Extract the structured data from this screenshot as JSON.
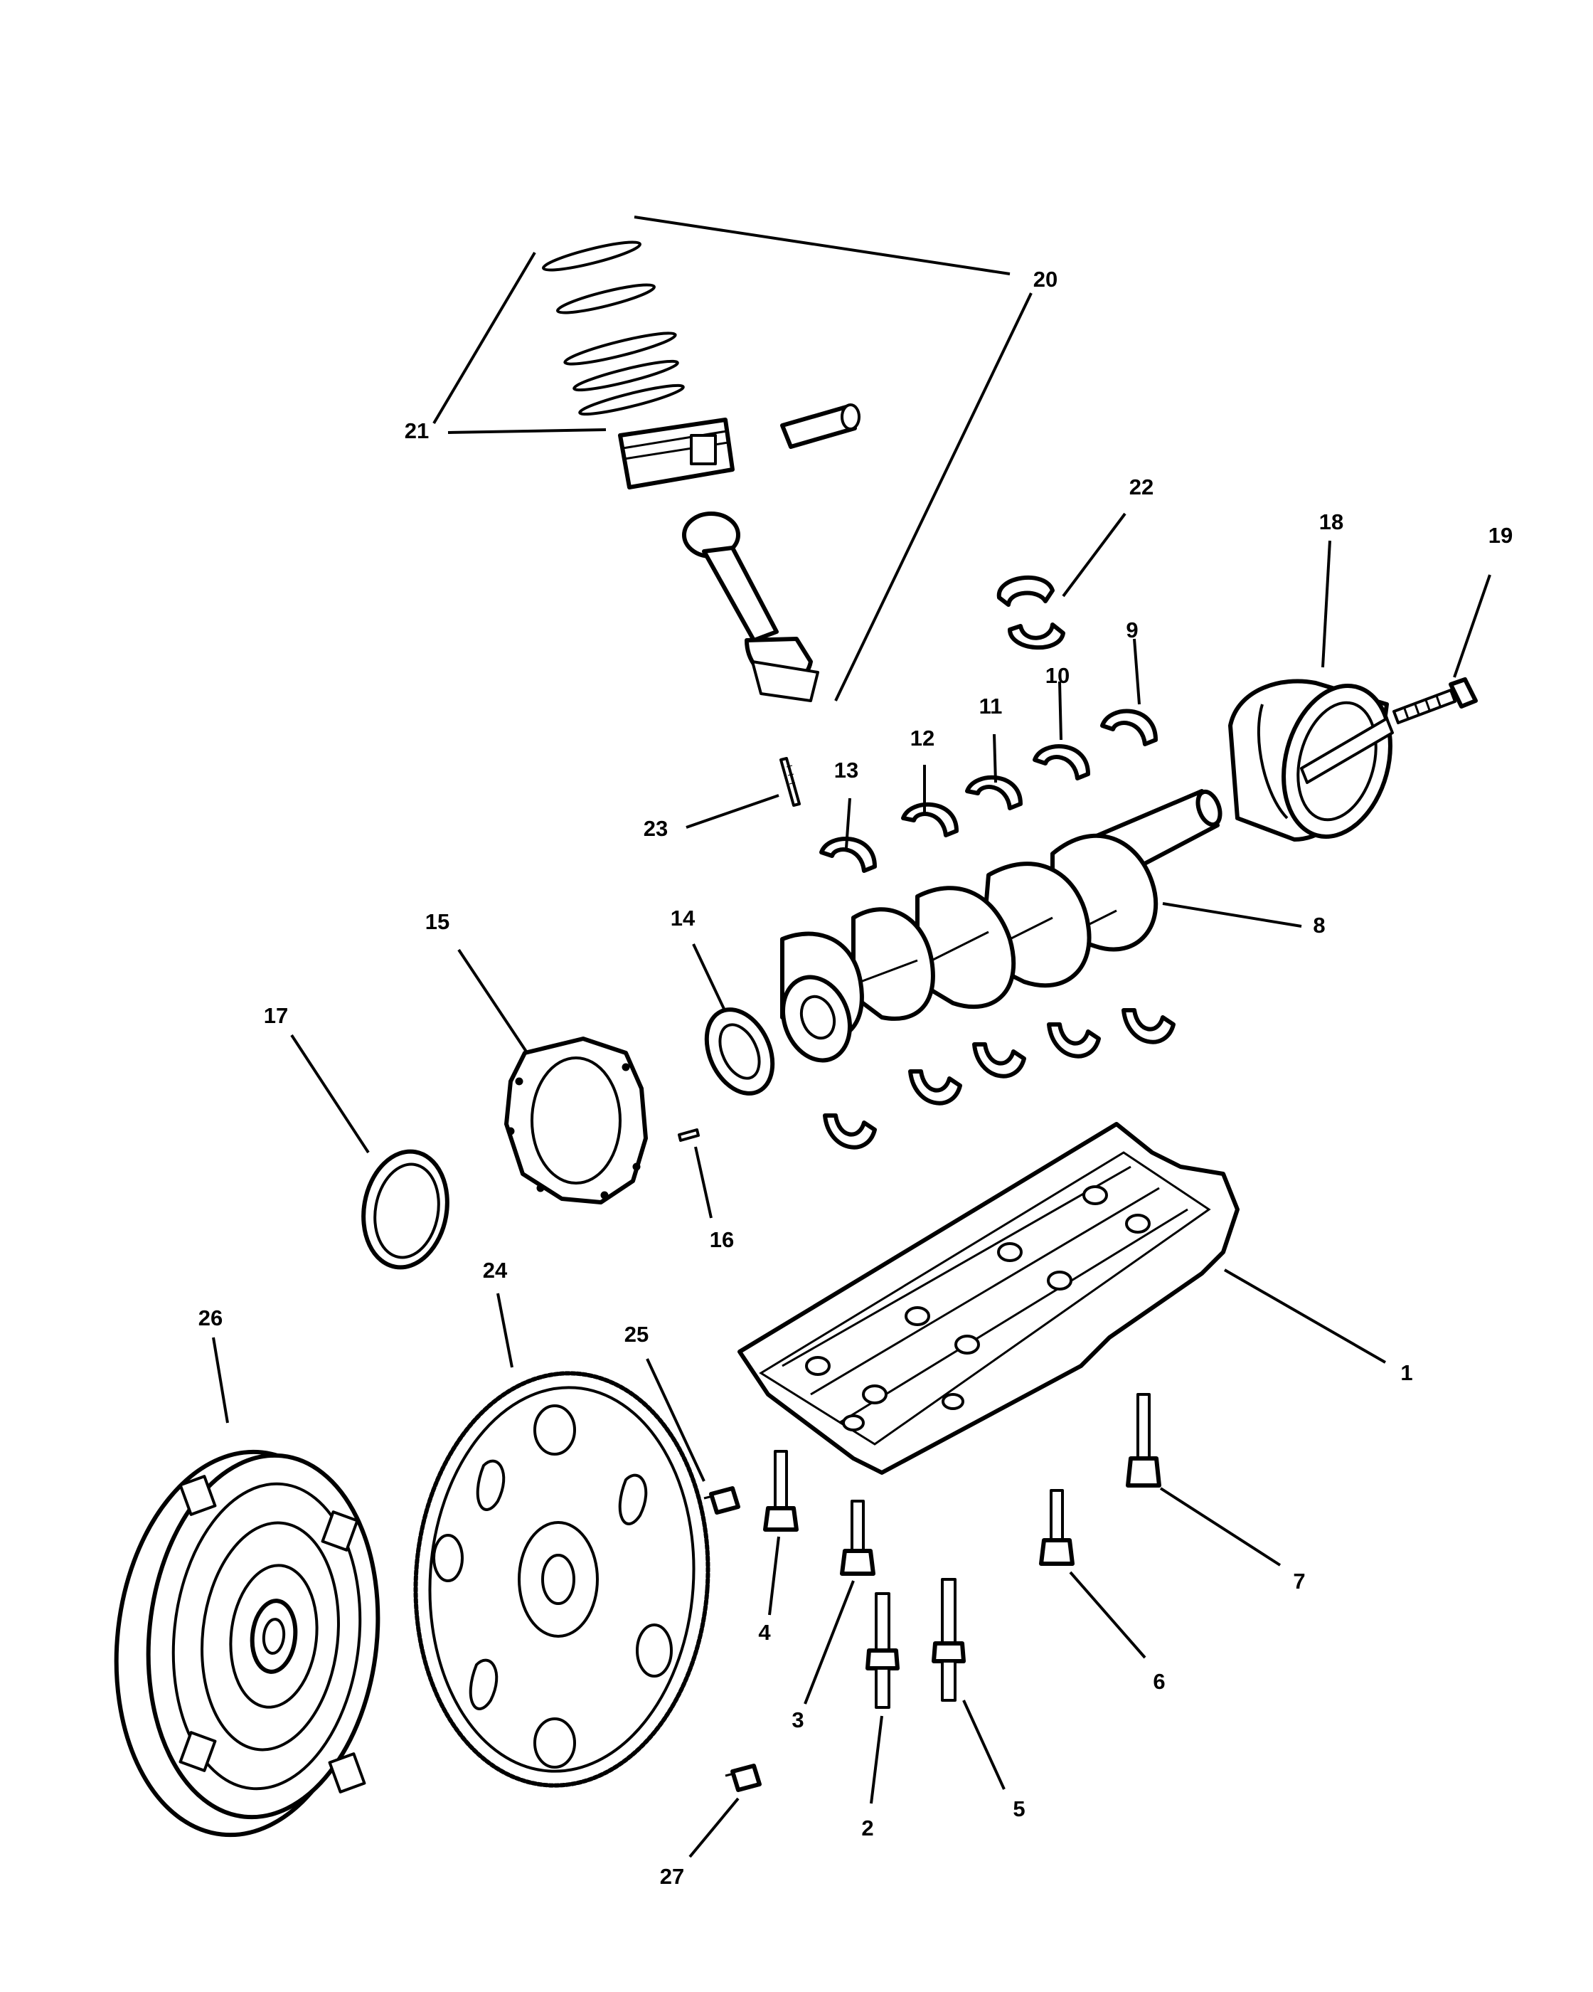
{
  "callouts": {
    "c1": "1",
    "c2": "2",
    "c3": "3",
    "c4": "4",
    "c5": "5",
    "c6": "6",
    "c7": "7",
    "c8": "8",
    "c9": "9",
    "c10": "10",
    "c11": "11",
    "c12": "12",
    "c13": "13",
    "c14": "14",
    "c15": "15",
    "c16": "16",
    "c17": "17",
    "c18": "18",
    "c19": "19",
    "c20": "20",
    "c21": "21",
    "c22": "22",
    "c23": "23",
    "c24": "24",
    "c25": "25",
    "c26": "26",
    "c27": "27"
  },
  "colors": {
    "line": "#000000",
    "background": "#ffffff"
  }
}
